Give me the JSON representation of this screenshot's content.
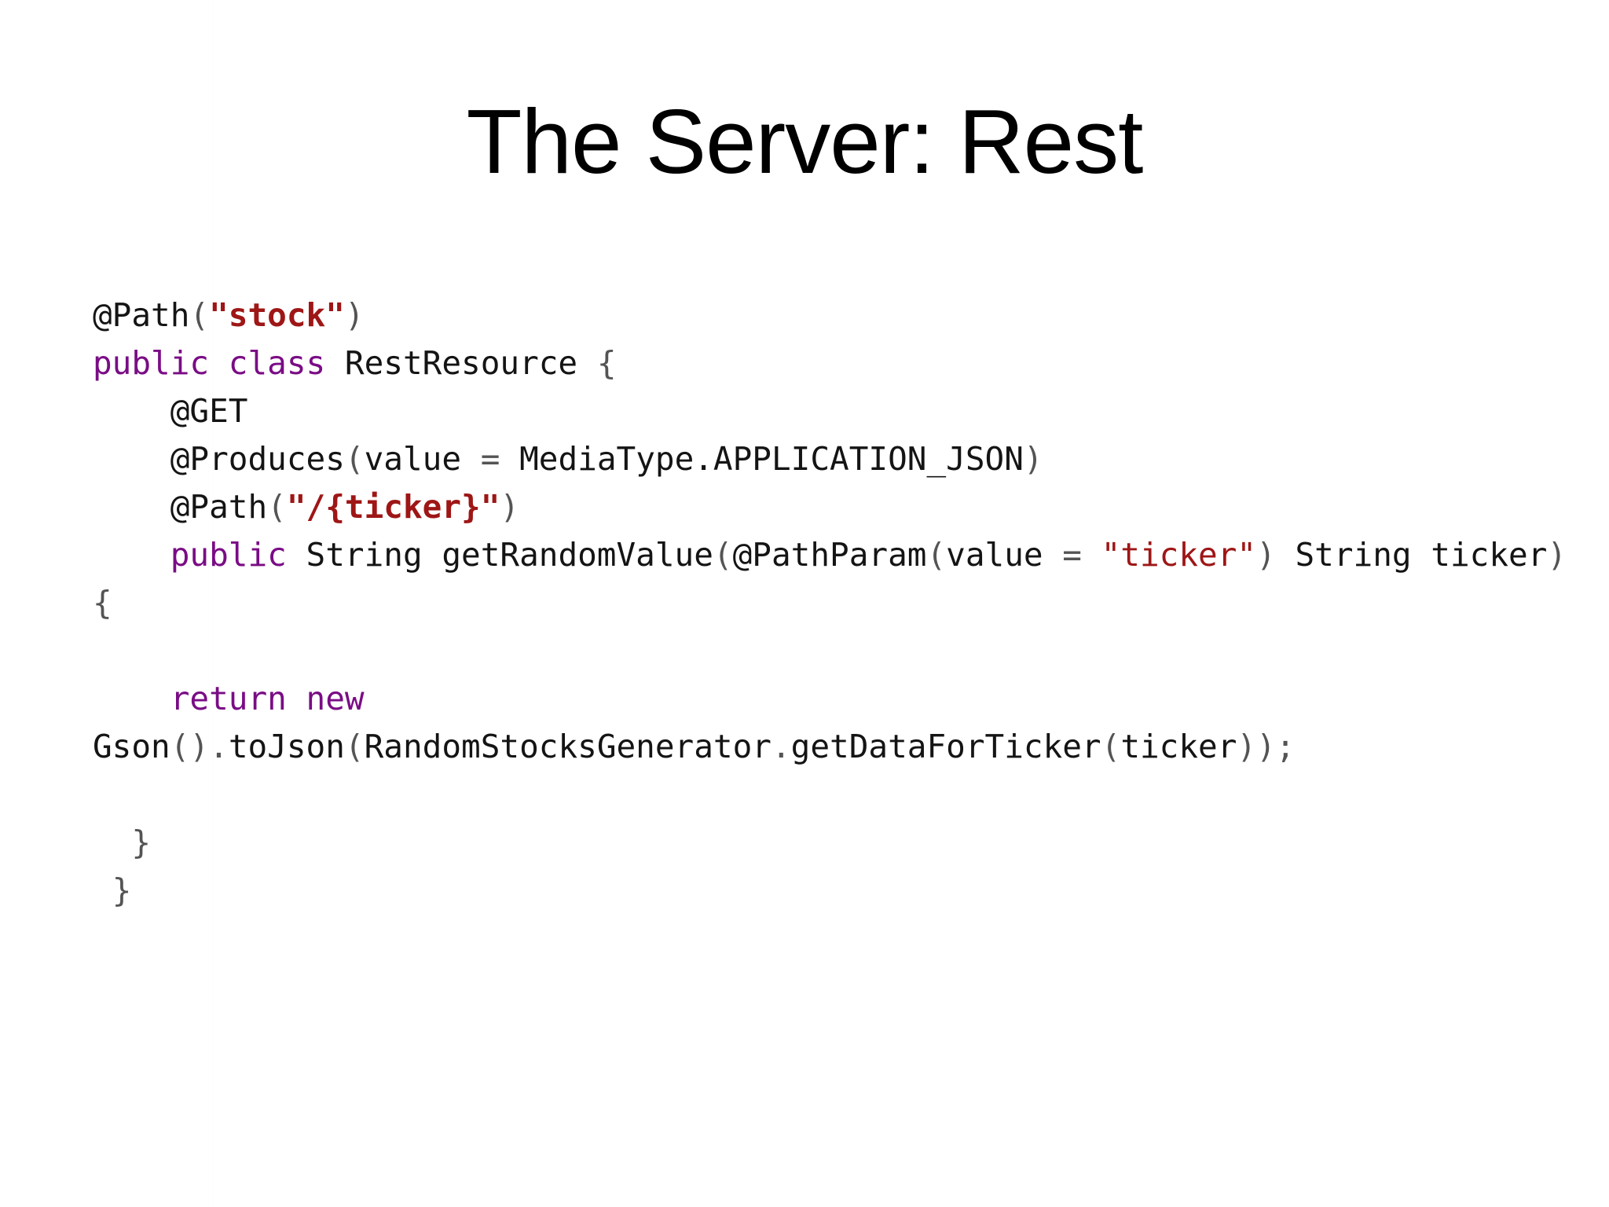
{
  "slide": {
    "title": "The Server: Rest",
    "background_color": "#ffffff",
    "title_color": "#000000"
  },
  "palette": {
    "keyword": "#7A0C85",
    "string": "#9E1616",
    "punctuation": "#545454",
    "identifier": "#141414",
    "background": "#ffffff"
  },
  "code": {
    "language": "java",
    "full_text": "@Path(\"stock\")\npublic class RestResource {\n    @GET\n    @Produces(value = MediaType.APPLICATION_JSON)\n    @Path(\"/{ticker}\")\n    public String getRandomValue(@PathParam(value = \"ticker\") String ticker) {\n\n    return new Gson().toJson(RandomStocksGenerator.getDataForTicker(ticker));\n\n  }\n }",
    "lines": [
      {
        "id": "line-1",
        "tokens": [
          {
            "t": "@Path",
            "k": "anno"
          },
          {
            "t": "(",
            "k": "punct"
          },
          {
            "t": "\"stock\"",
            "k": "str-b"
          },
          {
            "t": ")",
            "k": "punct"
          }
        ]
      },
      {
        "id": "line-2",
        "tokens": [
          {
            "t": "public class ",
            "k": "kw"
          },
          {
            "t": "RestResource ",
            "k": "plain"
          },
          {
            "t": "{",
            "k": "punct"
          }
        ]
      },
      {
        "id": "line-3",
        "tokens": [
          {
            "t": "    @GET",
            "k": "anno"
          }
        ]
      },
      {
        "id": "line-4",
        "tokens": [
          {
            "t": "    @Produces",
            "k": "anno"
          },
          {
            "t": "(",
            "k": "punct"
          },
          {
            "t": "value ",
            "k": "plain"
          },
          {
            "t": "= ",
            "k": "punct"
          },
          {
            "t": "MediaType.APPLICATION_JSON",
            "k": "plain"
          },
          {
            "t": ")",
            "k": "punct"
          }
        ]
      },
      {
        "id": "line-5",
        "tokens": [
          {
            "t": "    @Path",
            "k": "anno"
          },
          {
            "t": "(",
            "k": "punct"
          },
          {
            "t": "\"/{ticker}\"",
            "k": "str-b"
          },
          {
            "t": ")",
            "k": "punct"
          }
        ]
      },
      {
        "id": "line-6",
        "tokens": [
          {
            "t": "    public ",
            "k": "kw"
          },
          {
            "t": "String getRandomValue",
            "k": "plain"
          },
          {
            "t": "(",
            "k": "punct"
          },
          {
            "t": "@PathParam",
            "k": "anno"
          },
          {
            "t": "(",
            "k": "punct"
          },
          {
            "t": "value ",
            "k": "plain"
          },
          {
            "t": "= ",
            "k": "punct"
          },
          {
            "t": "\"ticker\"",
            "k": "str"
          },
          {
            "t": ") ",
            "k": "punct"
          },
          {
            "t": "String ticker",
            "k": "plain"
          },
          {
            "t": ") {",
            "k": "punct"
          }
        ]
      },
      {
        "id": "line-7",
        "tokens": []
      },
      {
        "id": "line-8",
        "tokens": [
          {
            "t": "    return new ",
            "k": "kw"
          },
          {
            "t": "Gson",
            "k": "plain"
          },
          {
            "t": "()",
            "k": "punct"
          },
          {
            "t": ".",
            "k": "punct"
          },
          {
            "t": "toJson",
            "k": "plain"
          },
          {
            "t": "(",
            "k": "punct"
          },
          {
            "t": "RandomStocksGenerator",
            "k": "plain"
          },
          {
            "t": ".",
            "k": "punct"
          },
          {
            "t": "getDataForTicker",
            "k": "plain"
          },
          {
            "t": "(",
            "k": "punct"
          },
          {
            "t": "ticker",
            "k": "plain"
          },
          {
            "t": "));",
            "k": "punct"
          }
        ]
      },
      {
        "id": "line-9",
        "tokens": []
      },
      {
        "id": "line-10",
        "tokens": [
          {
            "t": "  }",
            "k": "punct"
          }
        ]
      },
      {
        "id": "line-11",
        "tokens": [
          {
            "t": " }",
            "k": "punct"
          }
        ]
      }
    ]
  }
}
